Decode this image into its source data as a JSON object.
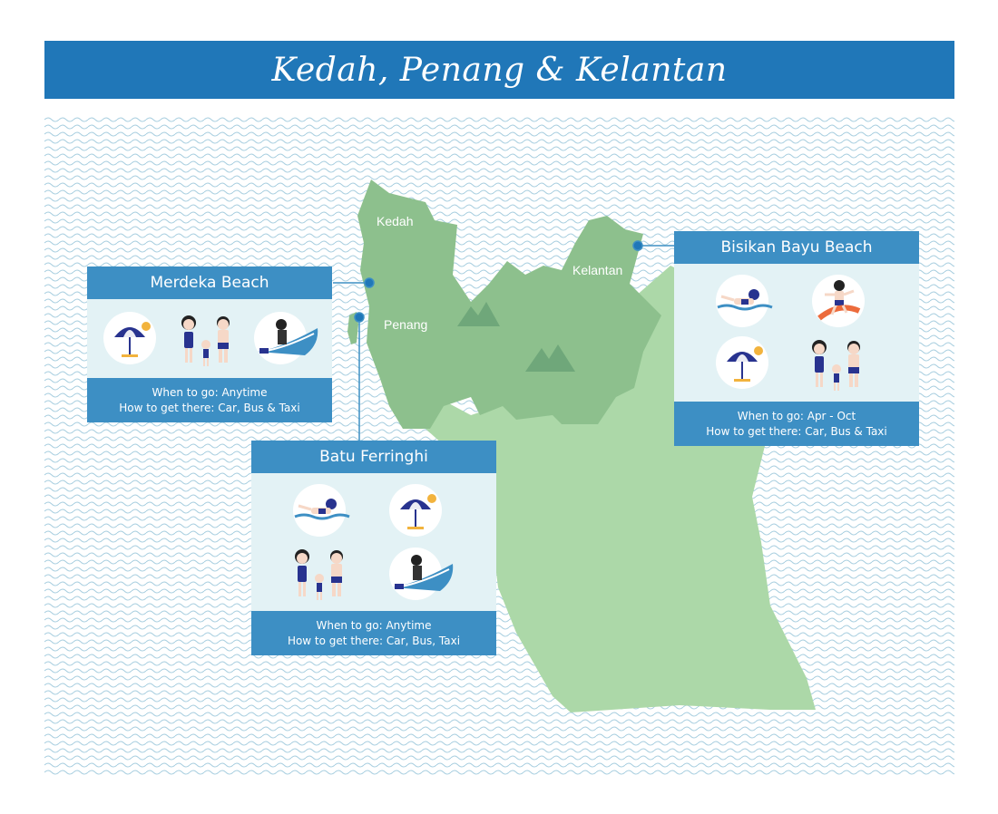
{
  "title": "Kedah, Penang & Kelantan",
  "regions": {
    "kedah": "Kedah",
    "penang": "Penang",
    "kelantan": "Kelantan"
  },
  "colors": {
    "title_bar": "#2077b8",
    "card_header": "#3d8fc4",
    "card_body": "#e3f2f5",
    "land_dark": "#8dc08d",
    "land_light": "#acd8a8",
    "wave": "#a9cfe0"
  },
  "beaches": {
    "merdeka": {
      "name": "Merdeka Beach",
      "when": "When to go: Anytime",
      "how": "How to get there: Car, Bus & Taxi",
      "icons": [
        "umbrella-icon",
        "family-icon",
        "jetski-icon"
      ]
    },
    "batu": {
      "name": "Batu Ferringhi",
      "when": "When to go: Anytime",
      "how": "How to get there: Car, Bus, Taxi",
      "icons": [
        "swimmer-icon",
        "umbrella-icon",
        "family-icon",
        "jetski-icon"
      ]
    },
    "bisikan": {
      "name": "Bisikan Bayu Beach",
      "when": "When to go: Apr - Oct",
      "how": "How to get there: Car, Bus & Taxi",
      "icons": [
        "swimmer-icon",
        "surfer-icon",
        "umbrella-icon",
        "family-icon"
      ]
    }
  }
}
